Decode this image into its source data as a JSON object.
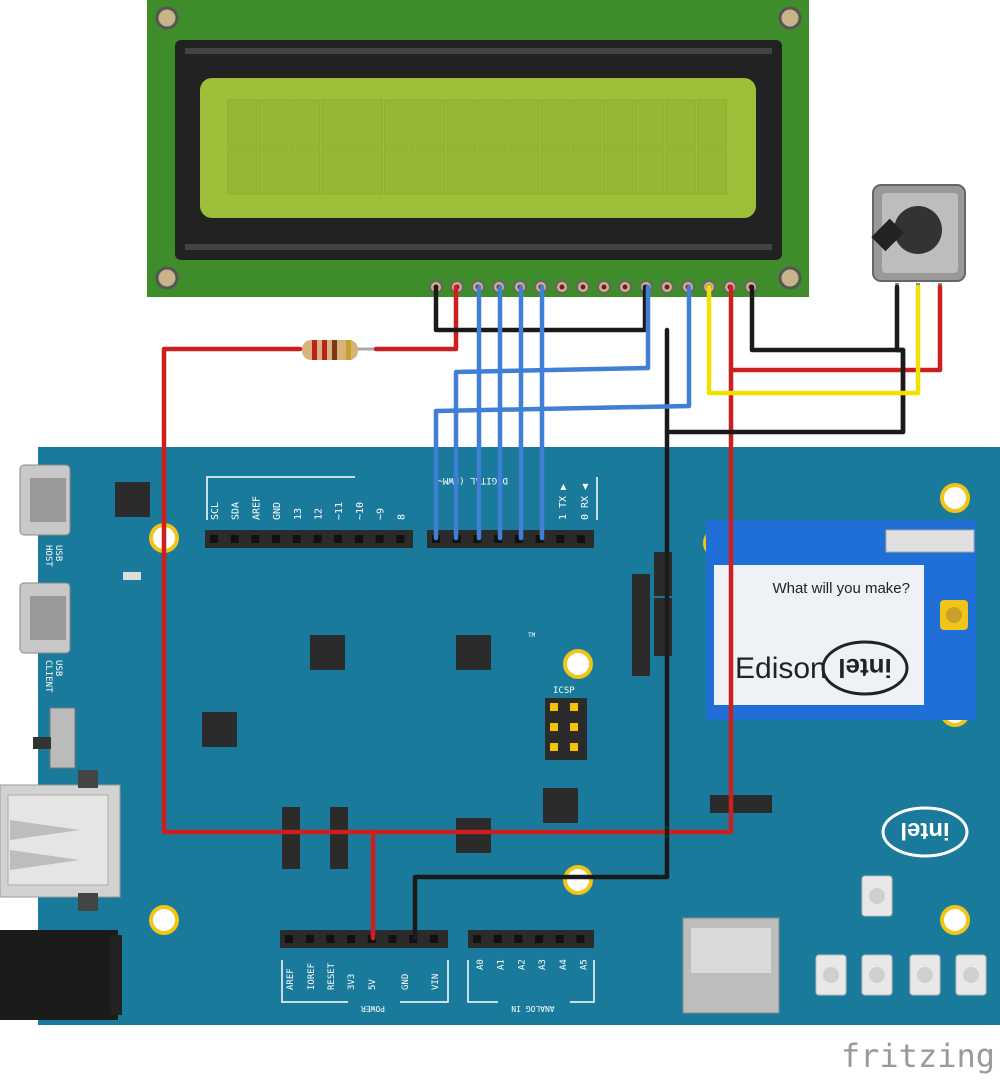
{
  "digital_pin_labels": [
    "SCL",
    "SDA",
    "AREF",
    "GND",
    "13",
    "12",
    "~11",
    "~10",
    "~9",
    "8"
  ],
  "digital_header_title": "DIGITAL (PWM~)",
  "tx_label": "1 TX ▶",
  "rx_label": "0 RX ◀",
  "power_pin_labels": [
    "AREF",
    "IOREF",
    "RESET",
    "3V3",
    "5V",
    "GND",
    "VIN"
  ],
  "power_label": "POWER",
  "analog_pin_labels": [
    "A0",
    "A1",
    "A2",
    "A3",
    "A4",
    "A5"
  ],
  "analog_label": "ANALOG IN",
  "usb_host_label": [
    "USB",
    "HOST"
  ],
  "usb_client_label": [
    "USB",
    "CLIENT"
  ],
  "icsp_label": "ICSP",
  "tm_label": "TM",
  "edison_slogan": "What will you make?",
  "edison_name": "Edison",
  "intel_logo_text": "intel",
  "fritzing_watermark": "fritzing",
  "wire_colors": {
    "red": "#cc1f1f",
    "black": "#1a1a1a",
    "blue": "#3f7fd6",
    "yellow": "#f1e000"
  },
  "board_color": "#1a7a9c",
  "lcd_pcb_color": "#3f8d2a",
  "lcd_screen_color": "#9dbf3a"
}
